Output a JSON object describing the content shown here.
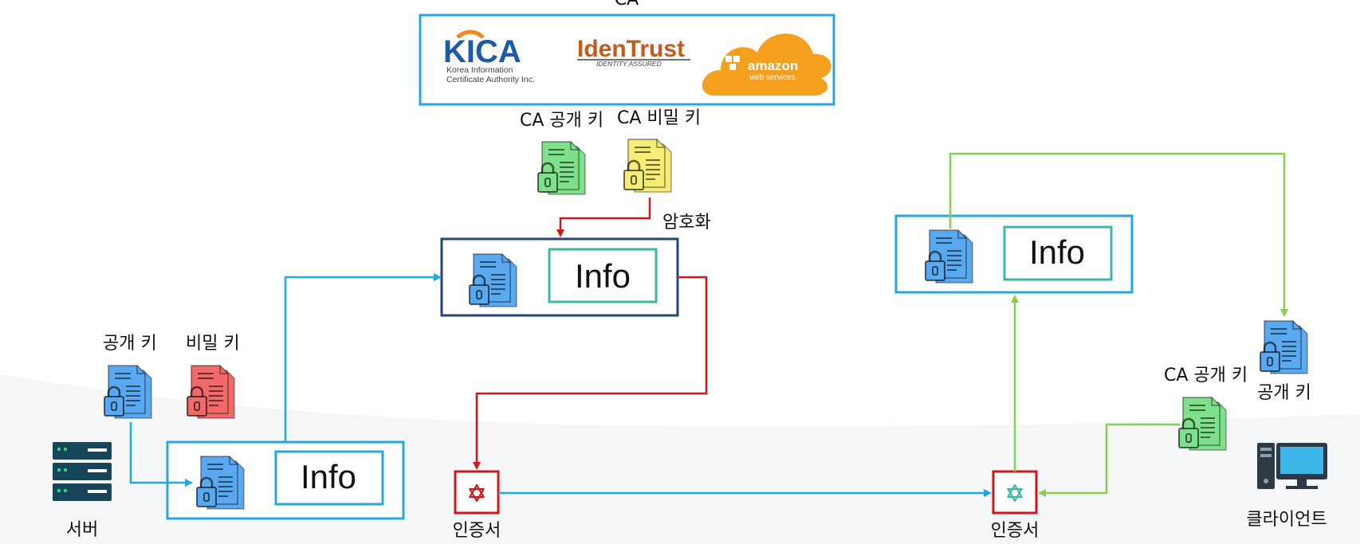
{
  "ca": {
    "title": "CA",
    "kica": {
      "logo_text": "KICA",
      "line1": "Korea Information",
      "line2": "Certificate Authority Inc."
    },
    "identrust": {
      "logo_text": "IdenTrust",
      "tagline": "IDENTITY ASSURED"
    },
    "amazon": {
      "line1": "amazon",
      "line2": "web services"
    },
    "public_key_label": "CA 공개 키",
    "private_key_label": "CA 비밀 키"
  },
  "encrypt_label": "암호화",
  "server": {
    "label": "서버",
    "public_key_label": "공개 키",
    "private_key_label": "비밀 키"
  },
  "info_label": "Info",
  "certificate_label": "인증서",
  "client": {
    "label": "클라이언트",
    "ca_public_key_label": "CA 공개 키",
    "public_key_label": "공개 키"
  },
  "colors": {
    "blue_key": "#5aa9f0",
    "red_key": "#f06a6a",
    "green_key": "#7ee08a",
    "yellow_key": "#f5ec77",
    "arrow_blue": "#1ea9e0",
    "arrow_red": "#d01818",
    "arrow_green": "#86cf4f",
    "box_blue": "#27a7dd",
    "box_navy": "#24447a",
    "info_teal": "#3bb8a4",
    "cert_red": "#d01818"
  }
}
